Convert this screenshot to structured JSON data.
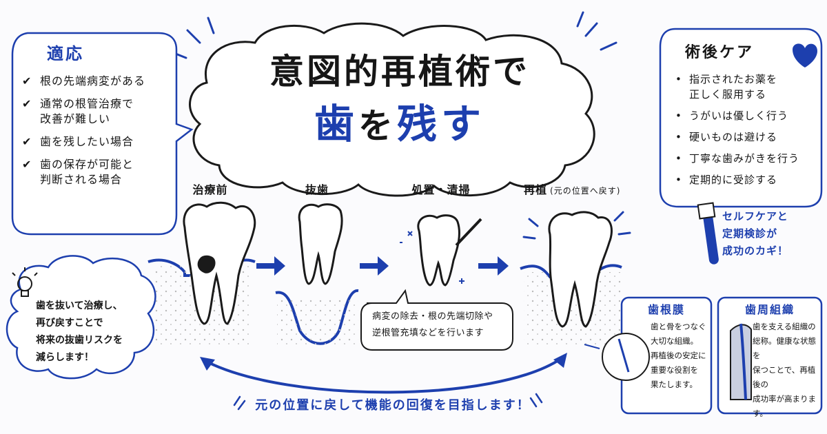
{
  "title": {
    "line1": "意図的再植術で",
    "line2_a": "歯",
    "line2_b": "を",
    "line2_c": "残す"
  },
  "indications": {
    "heading": "適応",
    "items": [
      "根の先端病変がある",
      "通常の根管治療で\n改善が難しい",
      "歯を残したい場合",
      "歯の保存が可能と\n判断される場合"
    ]
  },
  "aftercare": {
    "heading": "術後ケア",
    "items": [
      "指示されたお薬を\n正しく服用する",
      "うがいは優しく行う",
      "硬いものは避ける",
      "丁寧な歯みがきを行う",
      "定期的に受診する"
    ],
    "note": "セルフケアと\n定期検診が\n成功のカギ！"
  },
  "steps": [
    {
      "label": "治療前"
    },
    {
      "label": "抜歯"
    },
    {
      "label": "処置・清掃"
    },
    {
      "label": "再植",
      "sub": "(元の位置へ戻す)"
    }
  ],
  "process_note": "病変の除去・根の先端切除や\n逆根管充填などを行います",
  "tip": "歯を抜いて治療し、\n再び戻すことで\n将来の抜歯リスクを\n減らします！",
  "bottom_caption": "元の位置に戻して機能の回復を目指します！",
  "pdl_box": {
    "heading": "歯根膜",
    "text": "歯と骨をつなぐ\n大切な組織。\n再植後の安定に\n重要な役割を\n果たします。"
  },
  "periodontal_box": {
    "heading": "歯周組織",
    "text": "歯を支える組織の\n総称。健康な状態を\n保つことで、再植後の\n成功率が高まります。"
  },
  "colors": {
    "accent": "#1d3fae",
    "ink": "#161616",
    "bone": "#b9b9b9"
  }
}
